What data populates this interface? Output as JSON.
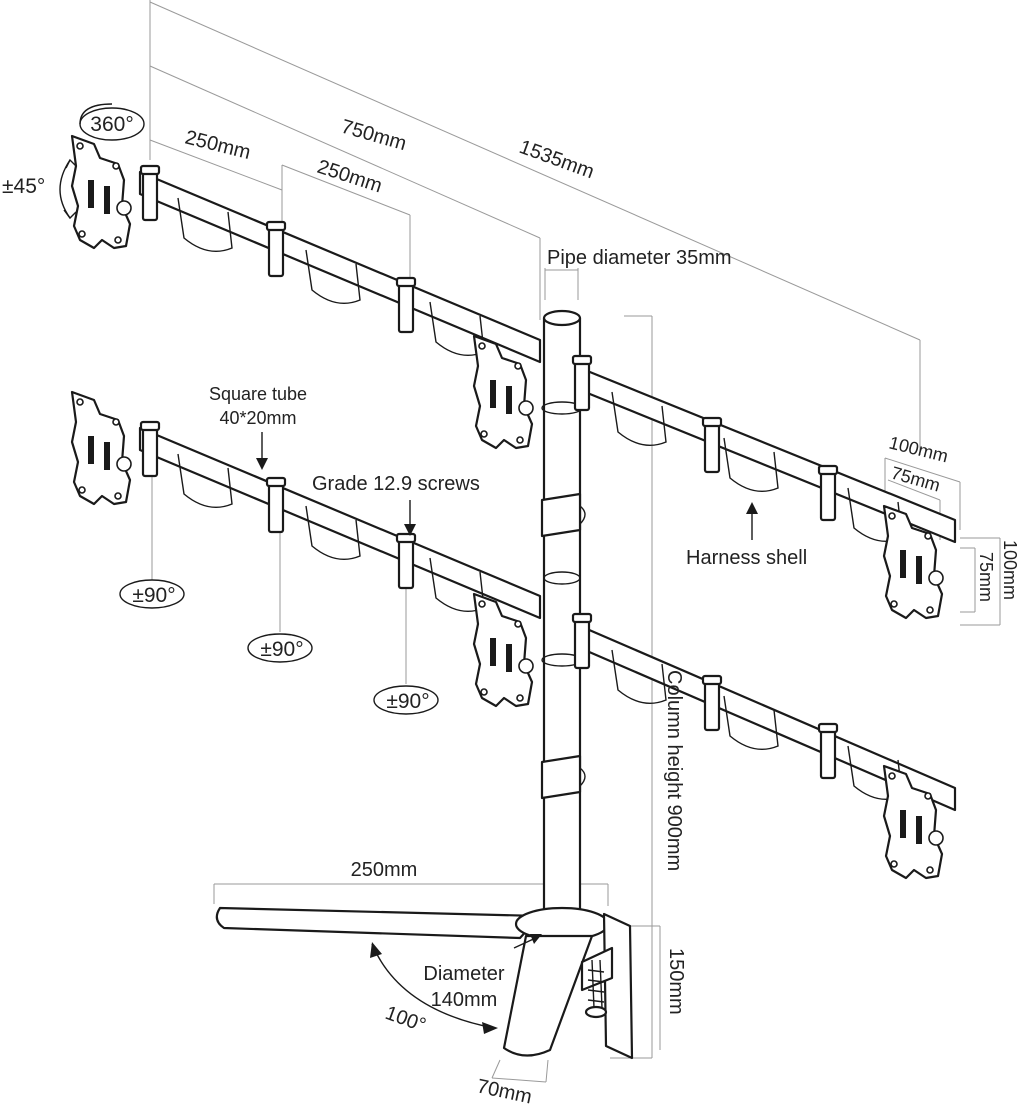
{
  "labels": {
    "dim_1535": "1535mm",
    "dim_750": "750mm",
    "dim_250_top": "250mm",
    "dim_250_mid": "250mm",
    "dim_250_base": "250mm",
    "pipe_diameter": "Pipe diameter 35mm",
    "square_tube_line1": "Square tube",
    "square_tube_line2": "40*20mm",
    "grade_screws": "Grade 12.9 screws",
    "harness_shell": "Harness shell",
    "column_height": "Column height 900mm",
    "base_diameter_line1": "Diameter",
    "base_diameter_line2": "140mm",
    "angle_100": "100°",
    "dim_70": "70mm",
    "dim_150": "150mm",
    "vesa_100_h": "100mm",
    "vesa_75_h": "75mm",
    "vesa_75_v": "75mm",
    "vesa_100_v": "100mm"
  },
  "rotation_badges": {
    "rotate_360": "360°",
    "tilt_45": "±45°",
    "swivel_1": "±90°",
    "swivel_2": "±90°",
    "swivel_3": "±90°"
  },
  "colors": {
    "line": "#1a1a1a",
    "dimension_line": "#9a9a9a",
    "text": "#222222",
    "background": "#ffffff"
  }
}
